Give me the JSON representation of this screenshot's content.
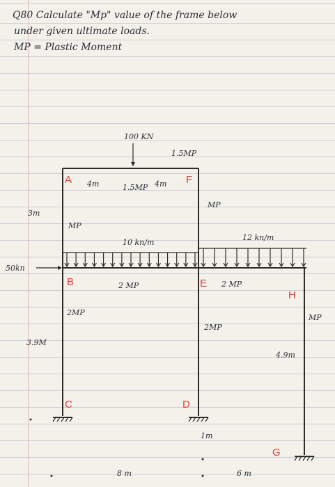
{
  "question": {
    "line1": "Q80 Calculate \"Mp\" value of the frame below",
    "line2": "under given ultimate loads.",
    "line3": "MP = Plastic Moment"
  },
  "nodes": [
    {
      "id": "A",
      "label": "A"
    },
    {
      "id": "F",
      "label": "F"
    },
    {
      "id": "B",
      "label": "B"
    },
    {
      "id": "E",
      "label": "E"
    },
    {
      "id": "H",
      "label": "H"
    },
    {
      "id": "C",
      "label": "C"
    },
    {
      "id": "D",
      "label": "D"
    },
    {
      "id": "G",
      "label": "G"
    }
  ],
  "loads": {
    "point_top": "100 KN",
    "udl_left": "10 kn/m",
    "udl_right": "12 kn/m",
    "lateral": "50kn"
  },
  "moments": {
    "mp_af_right": "1.5MP",
    "mp_af_mid": "1.5MP",
    "mp_fe": "MP",
    "mp_ab": "MP",
    "mp_be": "2 MP",
    "mp_eh": "2 MP",
    "mp_bc": "2MP",
    "mp_ed": "2MP",
    "mp_hg": "MP"
  },
  "dimensions": {
    "af_left": "4m",
    "af_right": "4m",
    "ab_height": "3m",
    "bc_height": "3.9M",
    "hg_height": "4.9m",
    "d_offset": "1m",
    "cd_span": "8 m",
    "dg_span": "6 m"
  }
}
